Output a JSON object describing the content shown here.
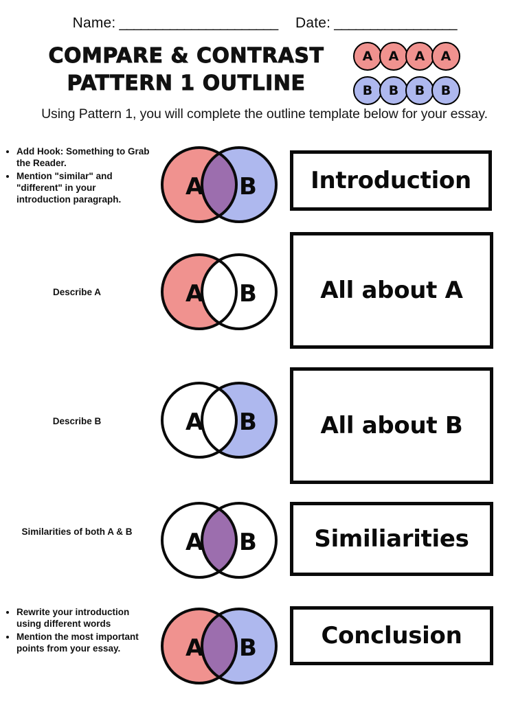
{
  "header": {
    "name_label": "Name:",
    "name_rule": "______________________",
    "date_label": "Date:",
    "date_rule": "_________________"
  },
  "title": {
    "line1": "COMPARE & CONTRAST",
    "line2": "PATTERN 1 OUTLINE"
  },
  "pattern_chips": {
    "row_a": [
      "A",
      "A",
      "A",
      "A"
    ],
    "row_b": [
      "B",
      "B",
      "B",
      "B"
    ]
  },
  "instruction": "Using Pattern 1, you will complete the outline template below for your essay.",
  "colors": {
    "circle_a": "#f0928f",
    "circle_b": "#aeb8ee",
    "overlap": "#9c6eae",
    "outline": "#0a0a0a",
    "empty": "#ffffff"
  },
  "venn_labels": {
    "a": "A",
    "b": "B"
  },
  "rows": [
    {
      "id": "introduction",
      "left_type": "bullets",
      "bullets": [
        "Add Hook: Something to Grab the Reader.",
        "Mention \"similar\" and \"different\" in your introduction paragraph."
      ],
      "venn_fill": "both",
      "box_label": "Introduction"
    },
    {
      "id": "describe-a",
      "left_type": "text",
      "text": "Describe A",
      "venn_fill": "a-only",
      "box_label": "All about A"
    },
    {
      "id": "describe-b",
      "left_type": "text",
      "text": "Describe B",
      "venn_fill": "b-only",
      "box_label": "All about B"
    },
    {
      "id": "similarities",
      "left_type": "text",
      "text": "Similarities of both A & B",
      "venn_fill": "overlap-only",
      "box_label": "Similiarities"
    },
    {
      "id": "conclusion",
      "left_type": "bullets",
      "bullets": [
        "Rewrite your introduction using different words",
        "Mention the most important points from your essay."
      ],
      "venn_fill": "both",
      "box_label": "Conclusion"
    }
  ]
}
